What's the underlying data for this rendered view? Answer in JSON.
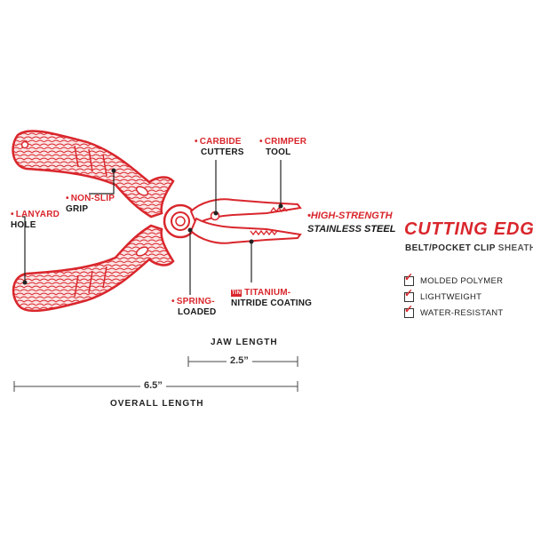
{
  "labels": {
    "lanyard": {
      "line1": "LANYARD",
      "line2": "HOLE"
    },
    "grip": {
      "line1": "NON-SLIP",
      "line2": "GRIP"
    },
    "cutters": {
      "line1": "CARBIDE",
      "line2": "CUTTERS"
    },
    "crimper": {
      "line1": "CRIMPER",
      "line2": "TOOL"
    },
    "spring": {
      "line1": "SPRING-",
      "line2": "LOADED"
    },
    "coating": {
      "badge": "TiN",
      "line1": "TITANIUM-",
      "line2": "NITRIDE COATING"
    },
    "steel": {
      "line1": "HIGH-STRENGTH",
      "line2a": "STAINLESS",
      "line2b": "STEEL"
    }
  },
  "sheath": {
    "title": "CUTTING EDGE",
    "subtitle_a": "BELT/POCKET CLIP",
    "subtitle_b": "SHEATH",
    "features": [
      "MOLDED POLYMER",
      "LIGHTWEIGHT",
      "WATER-RESISTANT"
    ]
  },
  "measurements": {
    "jaw_label": "JAW LENGTH",
    "jaw_value": "2.5”",
    "overall_value": "6.5”",
    "overall_label": "OVERALL LENGTH"
  },
  "colors": {
    "accent": "#d9262c",
    "text": "#222222"
  }
}
